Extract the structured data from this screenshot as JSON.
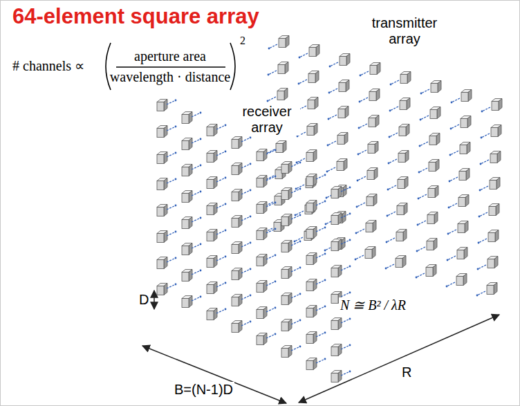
{
  "diagram": {
    "title": "64-element square array",
    "labels": [
      "# channels ∝",
      "aperture area",
      "wavelength · distance",
      "2",
      "receiver array",
      "transmitter array",
      "D",
      "N ≅ B² / λR",
      "B=(N-1)D",
      "R"
    ]
  }
}
